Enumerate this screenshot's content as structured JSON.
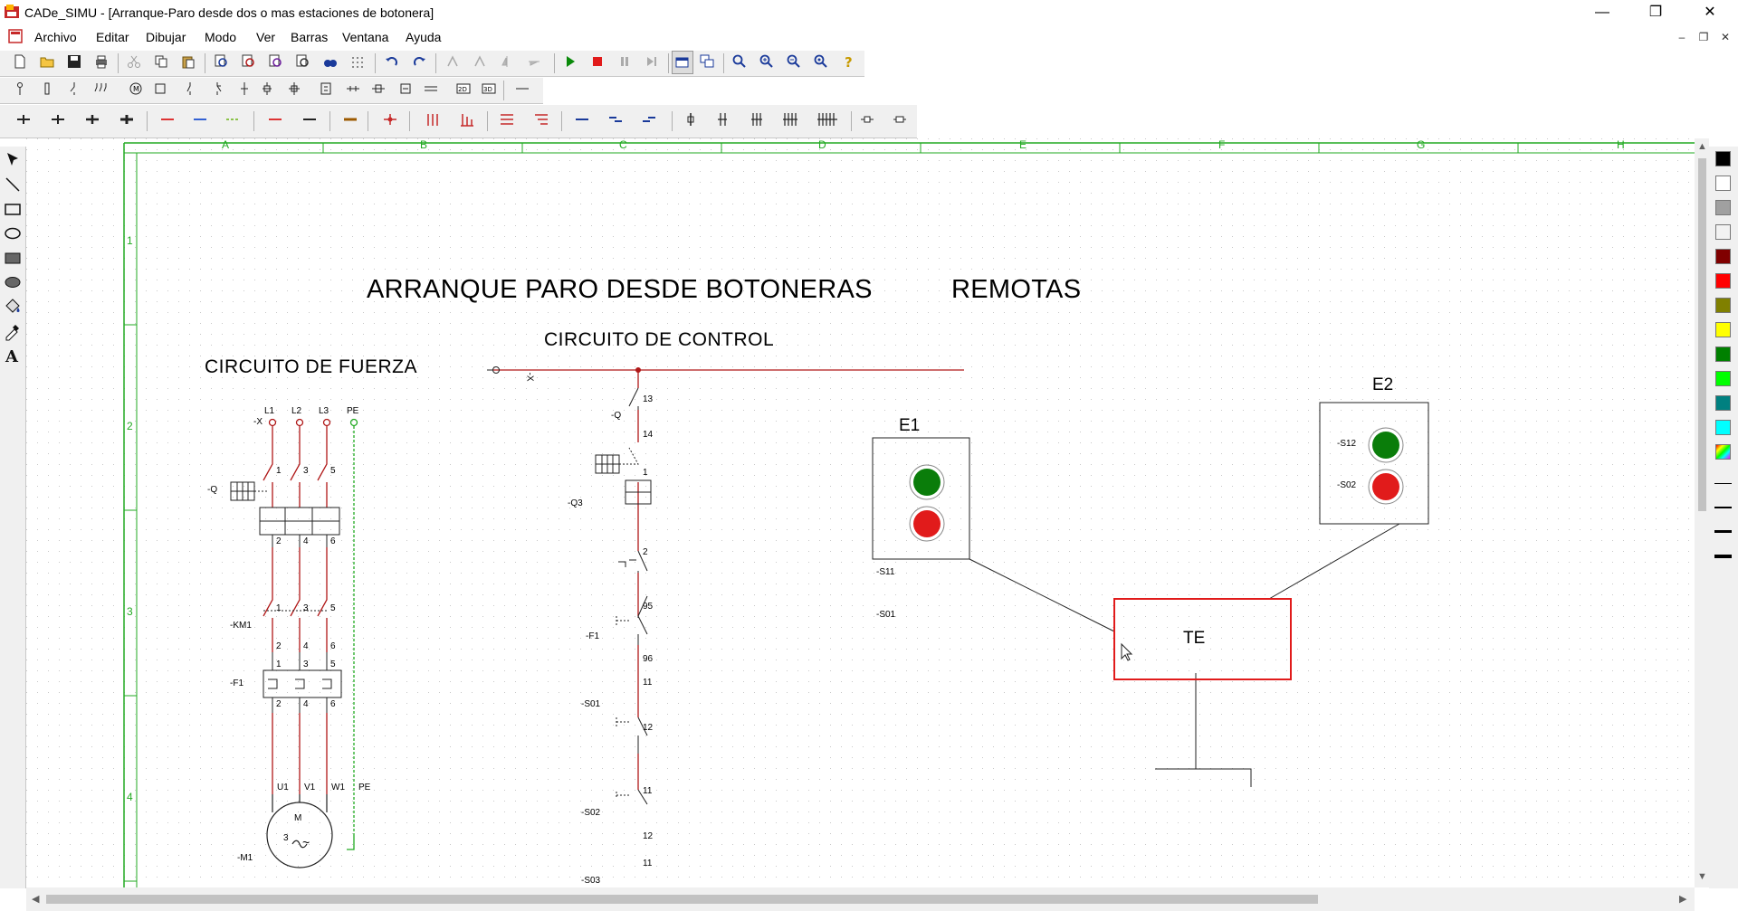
{
  "window": {
    "title": "CADe_SIMU - [Arranque-Paro desde dos o mas estaciones de botonera]",
    "minimize": "—",
    "restore": "❐",
    "close": "✕"
  },
  "menu": {
    "items": [
      "Archivo",
      "Editar",
      "Dibujar",
      "Modo",
      "Ver",
      "Barras",
      "Ventana",
      "Ayuda"
    ]
  },
  "grid": {
    "columns": [
      "A",
      "B",
      "C",
      "D",
      "E",
      "F",
      "G",
      "H"
    ],
    "rows": [
      "1",
      "2",
      "3",
      "4"
    ]
  },
  "diagram": {
    "main_title_left": "ARRANQUE PARO DESDE BOTONERAS",
    "main_title_right": "REMOTAS",
    "control_title": "CIRCUITO DE CONTROL",
    "power_title": "CIRCUITO DE FUERZA",
    "power": {
      "supply_tag": "-X",
      "lines": [
        "L1",
        "L2",
        "L3",
        "PE"
      ],
      "breaker_tag": "-Q",
      "contactor_tag": "-KM1",
      "relay_tag": "-F1",
      "motor_tag": "-M1",
      "motor_terminals": [
        "U1",
        "V1",
        "W1",
        "PE"
      ],
      "motor_symbol": "M",
      "motor_phases": "3",
      "motor_ac": "~",
      "odd_terminals": [
        "1",
        "3",
        "5"
      ],
      "even_terminals": [
        "2",
        "4",
        "6"
      ]
    },
    "control": {
      "supply_tag": "-X",
      "breaker_tag": "-Q",
      "breaker_terminals": [
        "13",
        "14"
      ],
      "thermal_tag": "-Q3",
      "thermal_terminals": [
        "1",
        "2"
      ],
      "overload_tag": "-F1",
      "overload_terminals": [
        "95",
        "96"
      ],
      "stop1_tag": "-S01",
      "stop2_tag": "-S02",
      "stop3_tag": "-S03",
      "stop_terminals": [
        "11",
        "12"
      ]
    },
    "stations": {
      "e1_label": "E1",
      "e1_start": "-S11",
      "e1_stop": "-S01",
      "e2_label": "E2",
      "e2_start": "-S12",
      "e2_stop": "-S02",
      "te_label": "TE"
    }
  },
  "colors": {
    "wire_red": "#b01818",
    "grid_green": "#22aa22",
    "start_button": "#0a7d0a",
    "stop_button": "#e11b1b",
    "te_border": "#e11b1b"
  },
  "palette": {
    "colors": [
      "#000000",
      "#ffffff",
      "#a0a0a0",
      "#f2f2f2",
      "#800000",
      "#ff0000",
      "#808000",
      "#ffff00",
      "#008000",
      "#00ff00",
      "#008080",
      "#00ffff"
    ],
    "line_widths": [
      1,
      2,
      3,
      4
    ]
  }
}
